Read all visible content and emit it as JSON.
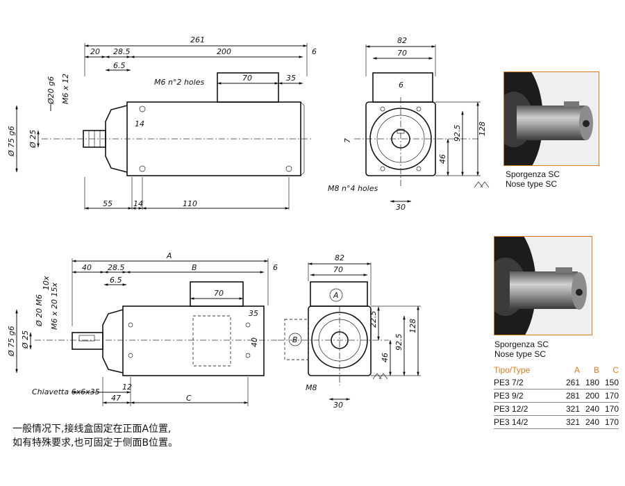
{
  "top_front_dims": {
    "total": "261",
    "d20": "20",
    "d28_5": "28.5",
    "d200": "200",
    "d6": "6",
    "d6_5": "6.5",
    "holes": "M6 n°2 holes",
    "d70": "70",
    "d35": "35",
    "phi20": "Ø20 g6",
    "m6x12": "M6 x 12",
    "phi75": "Ø 75 g6",
    "phi25": "Ø 25",
    "d14a": "14",
    "d55": "55",
    "d14b": "14",
    "d110": "110"
  },
  "top_side_dims": {
    "d82": "82",
    "d70": "70",
    "d6": "6",
    "d7": "7",
    "d92_5": "92.5",
    "d128": "128",
    "d46": "46",
    "m8holes": "M8 n°4 holes",
    "d30": "30"
  },
  "bottom_front_dims": {
    "a": "A",
    "b": "B",
    "c": "C",
    "d40": "40",
    "d28_5": "28.5",
    "d6": "6",
    "d6_5": "6.5",
    "d70": "70",
    "d35": "35",
    "d40v": "40",
    "phi20m6": "Ø 20 M6",
    "m6x20": "M6 x 20 15x",
    "t10x": "10x",
    "phi75": "Ø 75 g6",
    "phi25": "Ø 25",
    "key": "Chiavetta 6x6x35",
    "d12": "12",
    "d47": "47"
  },
  "bottom_side_dims": {
    "d82": "82",
    "d70": "70",
    "labelA": "A",
    "labelB": "B",
    "d22_5": "22.5",
    "d92_5": "92.5",
    "d128": "128",
    "d46": "46",
    "m8": "M8",
    "d30": "30"
  },
  "photo_top": {
    "caption1": "Sporgenza SC",
    "caption2": "Nose type SC"
  },
  "photo_bottom": {
    "caption1": "Sporgenza SC",
    "caption2": "Nose type SC"
  },
  "table": {
    "headers": [
      "Tipo/Type",
      "A",
      "B",
      "C"
    ],
    "rows": [
      [
        "PE3 7/2",
        "261",
        "180",
        "150"
      ],
      [
        "PE3 9/2",
        "281",
        "200",
        "170"
      ],
      [
        "PE3 12/2",
        "321",
        "240",
        "170"
      ],
      [
        "PE3 14/2",
        "321",
        "240",
        "170"
      ]
    ]
  },
  "note": {
    "line1": "一般情况下,接线盒固定在正面A位置,",
    "line2": "如有特殊要求,也可固定于侧面B位置。"
  },
  "colors": {
    "accent": "#e07a1c",
    "ink": "#111111",
    "steel": "#8a8a8a"
  }
}
